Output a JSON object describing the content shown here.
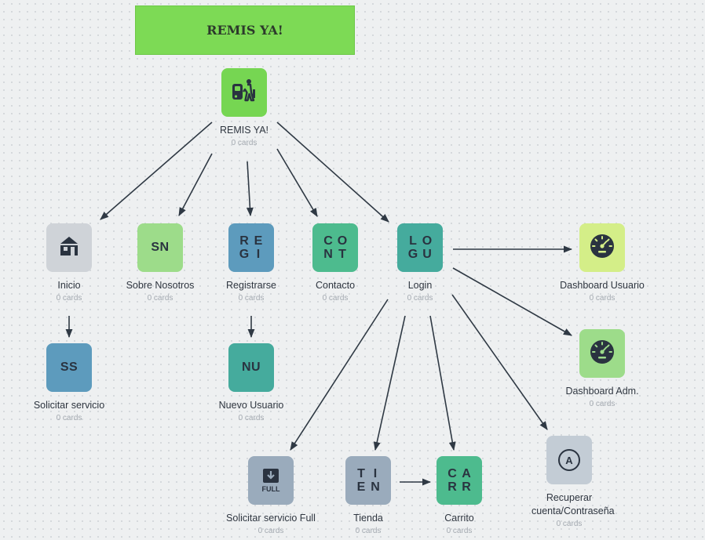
{
  "banner": {
    "title": "REMIS YA!"
  },
  "nodes": {
    "root": {
      "label": "REMIS YA!",
      "count": "0 cards",
      "icon": "taxi-icon",
      "color": "#76d652"
    },
    "inicio": {
      "label": "Inicio",
      "count": "0 cards",
      "icon": "house-icon",
      "color": "#cfd3d8"
    },
    "sobre": {
      "label": "Sobre Nosotros",
      "count": "0 cards",
      "abbr": "SN",
      "color": "#9ddc8a"
    },
    "registrarse": {
      "label": "Registrarse",
      "count": "0 cards",
      "chars": [
        "R",
        "E",
        "G",
        "I"
      ],
      "color": "#5d9bbd"
    },
    "contacto": {
      "label": "Contacto",
      "count": "0 cards",
      "chars": [
        "C",
        "O",
        "N",
        "T"
      ],
      "color": "#4dbb8e"
    },
    "login": {
      "label": "Login",
      "count": "0 cards",
      "chars": [
        "L",
        "O",
        "G",
        "U"
      ],
      "color": "#45ab9d"
    },
    "dash_user": {
      "label": "Dashboard Usuario",
      "count": "0 cards",
      "icon": "speedometer-icon",
      "color": "#d4ee88"
    },
    "dash_adm": {
      "label": "Dashboard Adm.",
      "count": "0 cards",
      "icon": "speedometer-icon",
      "color": "#9ddc8a"
    },
    "solicitar": {
      "label": "Solicitar servicio",
      "count": "0 cards",
      "abbr": "SS",
      "color": "#5d9bbd"
    },
    "nuevo": {
      "label": "Nuevo Usuario",
      "count": "0 cards",
      "abbr": "NU",
      "color": "#45ab9d"
    },
    "full": {
      "label": "Solicitar servicio Full",
      "count": "0 cards",
      "icon": "download-box-icon",
      "icon_text": "FULL",
      "color": "#9aabbc"
    },
    "tienda": {
      "label": "Tienda",
      "count": "0 cards",
      "chars": [
        "T",
        "I",
        "E",
        "N"
      ],
      "color": "#9aabbc"
    },
    "carrito": {
      "label": "Carrito",
      "count": "0 cards",
      "chars": [
        "C",
        "A",
        "R",
        "R"
      ],
      "color": "#4dbb8e"
    },
    "recuperar": {
      "label": "Recuperar cuenta/Contraseña",
      "count": "0 cards",
      "icon": "circle-a-icon",
      "icon_text": "A",
      "color": "#c3ccd5"
    }
  },
  "edges": [
    [
      "root",
      "inicio"
    ],
    [
      "root",
      "sobre"
    ],
    [
      "root",
      "registrarse"
    ],
    [
      "root",
      "contacto"
    ],
    [
      "root",
      "login"
    ],
    [
      "inicio",
      "solicitar"
    ],
    [
      "registrarse",
      "nuevo"
    ],
    [
      "login",
      "dash_user"
    ],
    [
      "login",
      "dash_adm"
    ],
    [
      "login",
      "full"
    ],
    [
      "login",
      "tienda"
    ],
    [
      "login",
      "carrito"
    ],
    [
      "login",
      "recuperar"
    ],
    [
      "tienda",
      "carrito"
    ]
  ]
}
